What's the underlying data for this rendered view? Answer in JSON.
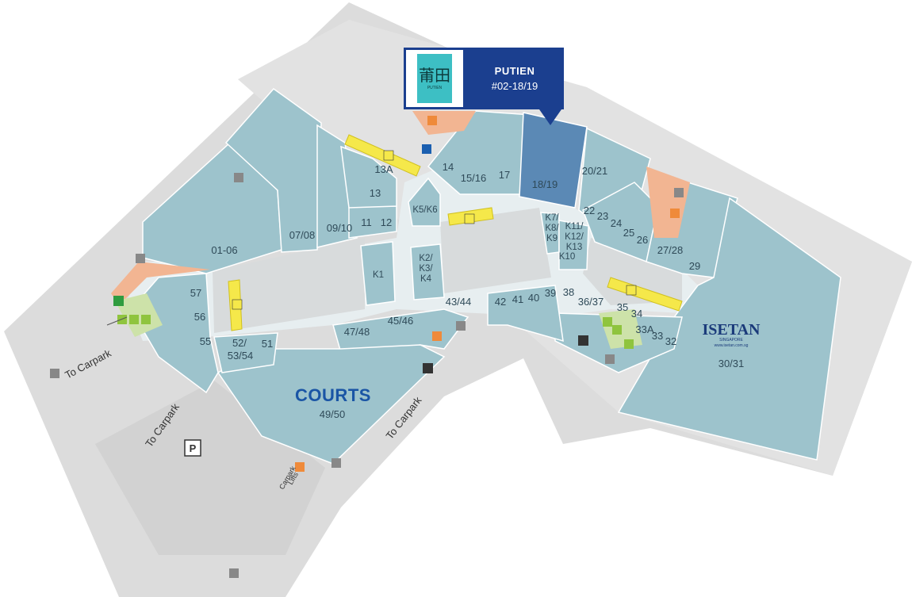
{
  "selected_store": {
    "name": "PUTIEN",
    "unit": "#02-18/19",
    "logo_text": "莆田",
    "logo_small": "PUTIEN"
  },
  "units": {
    "u_01_06": "01-06",
    "u_07_08": "07/08",
    "u_09_10": "09/10",
    "u_11": "11",
    "u_12": "12",
    "u_13": "13",
    "u_13a": "13A",
    "u_14": "14",
    "u_15_16": "15/16",
    "u_17": "17",
    "u_18_19": "18/19",
    "u_20_21": "20/21",
    "u_22": "22",
    "u_23": "23",
    "u_24": "24",
    "u_25": "25",
    "u_26": "26",
    "u_27_28": "27/28",
    "u_29": "29",
    "u_30_31": "30/31",
    "u_32": "32",
    "u_33": "33",
    "u_33a": "33A",
    "u_34": "34",
    "u_35": "35",
    "u_36_37": "36/37",
    "u_38": "38",
    "u_39": "39",
    "u_40": "40",
    "u_41": "41",
    "u_42": "42",
    "u_43_44": "43/44",
    "u_45_46": "45/46",
    "u_47_48": "47/48",
    "u_49_50": "49/50",
    "u_51": "51",
    "u_52_a": "52/",
    "u_52_b": "53/54",
    "u_55": "55",
    "u_56": "56",
    "u_57": "57",
    "k1": "K1",
    "k2_a": "K2/",
    "k2_b": "K3/",
    "k2_c": "K4",
    "k5_k6": "K5/K6",
    "k7_a": "K7/",
    "k7_b": "K8/",
    "k7_c": "K9",
    "k10": "K10",
    "k11_a": "K11/",
    "k11_b": "K12/",
    "k11_c": "K13"
  },
  "anchors": {
    "courts": "COURTS",
    "isetan": "ISETAN",
    "isetan_sub": "SINGAPORE",
    "isetan_url": "www.isetan.com.sg"
  },
  "carpark": {
    "to_carpark_1": "To Carpark",
    "to_carpark_2": "To Carpark",
    "to_carpark_3": "To Carpark",
    "parking": "P",
    "lifts_line1": "Carpark",
    "lifts_line2": "Lifts"
  },
  "colors": {
    "shop": "#9dc3cc",
    "shop_stroke": "#ffffff",
    "corridor": "#e7eef0",
    "void": "#d8dbdc",
    "outer": "#dcdcdc",
    "highlight": "#5b89b5",
    "escalator": "#f5e84a",
    "lift": "#ef8a3a",
    "amenity": "#8fc43e",
    "callout": "#1b3f8f"
  }
}
